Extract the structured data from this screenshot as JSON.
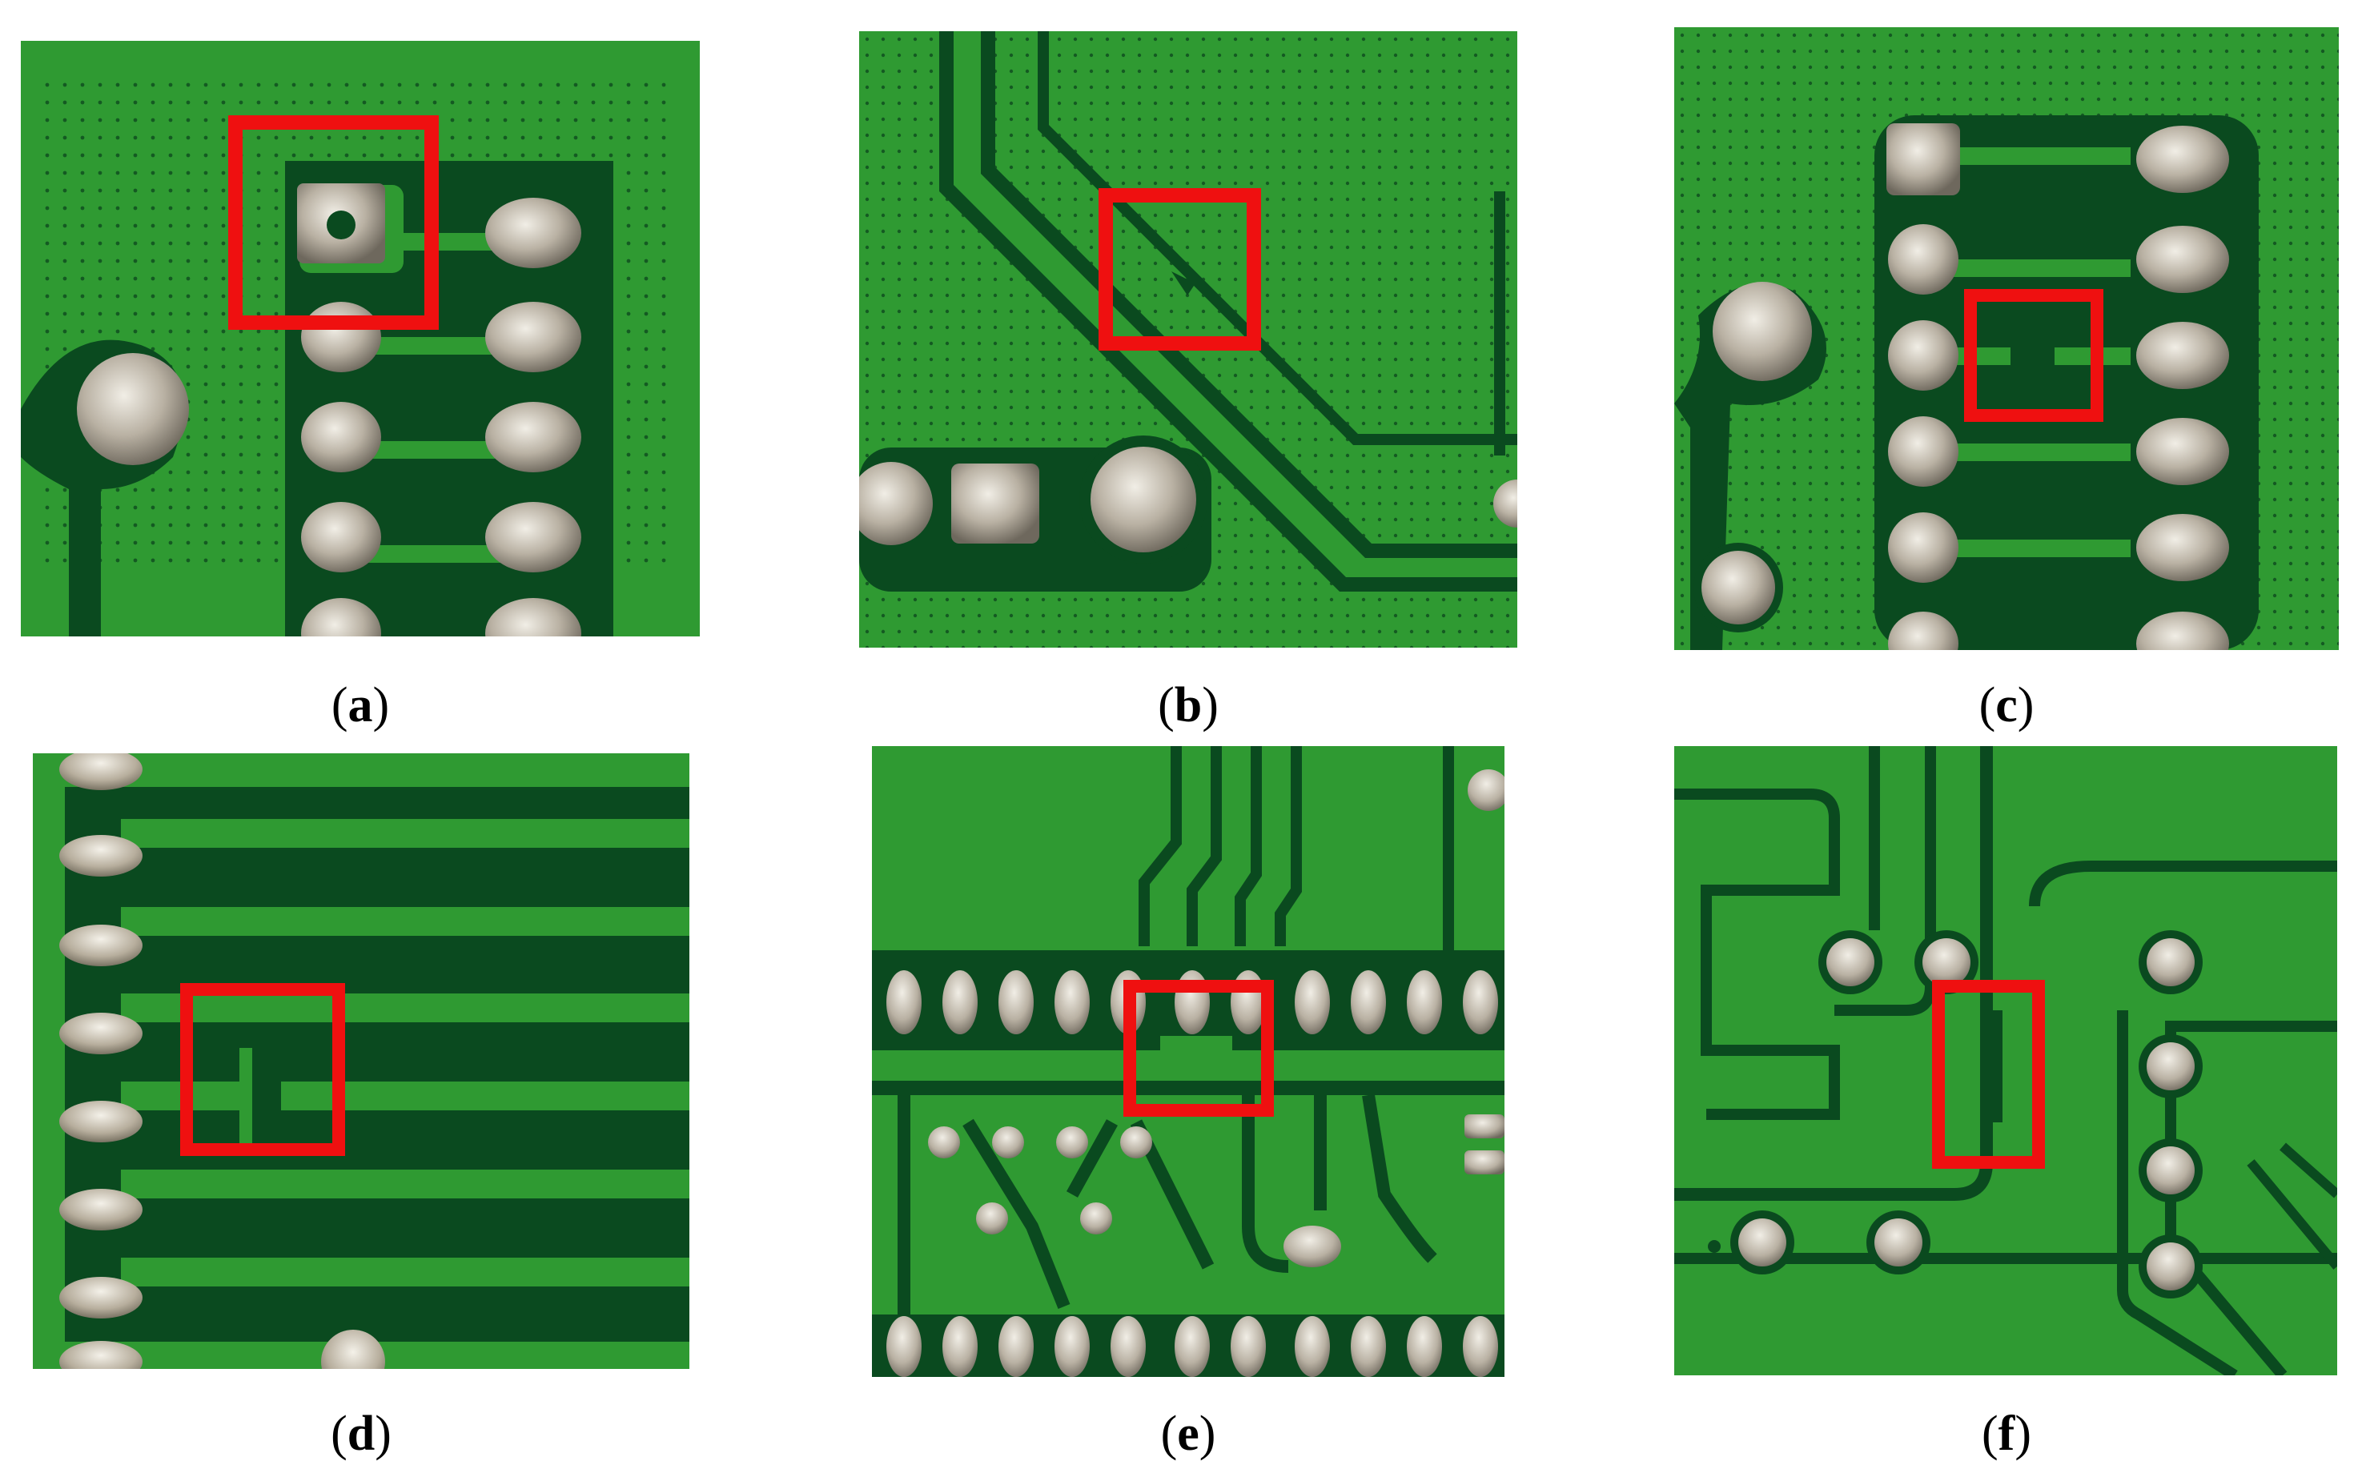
{
  "colors": {
    "board": "#2f9a32",
    "board_dark": "#1f7f2a",
    "substrate": "#0a4a1f",
    "pad": "#b8b0a2",
    "pad_light": "#ece8dd",
    "highlight": "#ef1010"
  },
  "panels": [
    {
      "label": "a"
    },
    {
      "label": "b"
    },
    {
      "label": "c"
    },
    {
      "label": "d"
    },
    {
      "label": "e"
    },
    {
      "label": "f"
    }
  ]
}
